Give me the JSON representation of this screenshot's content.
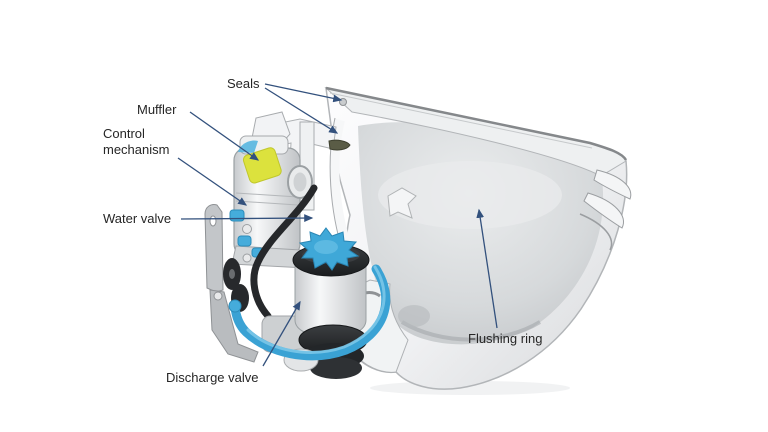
{
  "figure": {
    "type": "cutaway-diagram",
    "background_color": "#ffffff",
    "labels": [
      {
        "id": "seals",
        "text": "Seals"
      },
      {
        "id": "muffler",
        "text": "Muffler"
      },
      {
        "id": "control-mechanism",
        "text": "Control mechanism"
      },
      {
        "id": "water-valve",
        "text": "Water valve"
      },
      {
        "id": "discharge-valve",
        "text": "Discharge valve"
      },
      {
        "id": "flushing-ring",
        "text": "Flushing ring"
      }
    ],
    "colors": {
      "label_text": "#262626",
      "leader_line": "#33517d",
      "muffler_yellow": "#dce23d",
      "pipe_blue": "#3aa2d4",
      "rubber_black": "#27292c",
      "porcelain_white": "#f4f5f6"
    }
  }
}
